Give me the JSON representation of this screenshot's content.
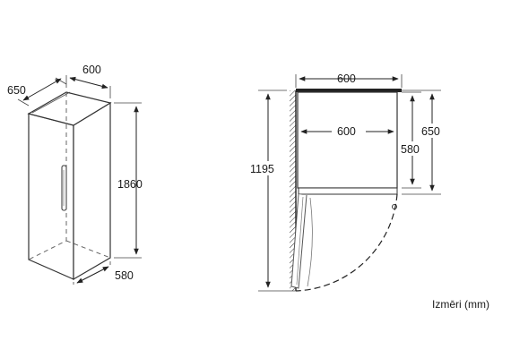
{
  "left_view": {
    "dim_depth": "650",
    "dim_width": "600",
    "dim_height": "1860",
    "dim_base": "580"
  },
  "right_view": {
    "dim_top_width": "600",
    "dim_inner_width": "600",
    "dim_total_height": "1195",
    "dim_body_depth": "580",
    "dim_total_depth": "650"
  },
  "units_label": "Izmēri (mm)"
}
